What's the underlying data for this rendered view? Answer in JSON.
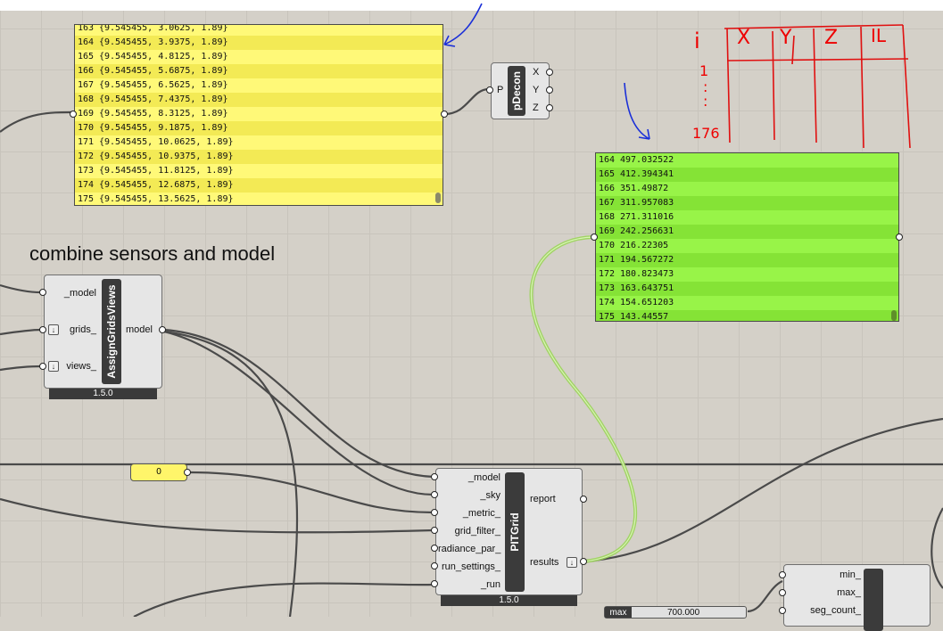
{
  "heading": "combine sensors and model",
  "points_panel": {
    "rows": [
      {
        "i": "163",
        "v": "{9.545455, 3.0625, 1.89}"
      },
      {
        "i": "164",
        "v": "{9.545455, 3.9375, 1.89}"
      },
      {
        "i": "165",
        "v": "{9.545455, 4.8125, 1.89}"
      },
      {
        "i": "166",
        "v": "{9.545455, 5.6875, 1.89}"
      },
      {
        "i": "167",
        "v": "{9.545455, 6.5625, 1.89}"
      },
      {
        "i": "168",
        "v": "{9.545455, 7.4375, 1.89}"
      },
      {
        "i": "169",
        "v": "{9.545455, 8.3125, 1.89}"
      },
      {
        "i": "170",
        "v": "{9.545455, 9.1875, 1.89}"
      },
      {
        "i": "171",
        "v": "{9.545455, 10.0625, 1.89}"
      },
      {
        "i": "172",
        "v": "{9.545455, 10.9375, 1.89}"
      },
      {
        "i": "173",
        "v": "{9.545455, 11.8125, 1.89}"
      },
      {
        "i": "174",
        "v": "{9.545455, 12.6875, 1.89}"
      },
      {
        "i": "175",
        "v": "{9.545455, 13.5625, 1.89}"
      }
    ]
  },
  "results_panel": {
    "rows": [
      {
        "i": "164",
        "v": "497.032522"
      },
      {
        "i": "165",
        "v": "412.394341"
      },
      {
        "i": "166",
        "v": "351.49872"
      },
      {
        "i": "167",
        "v": "311.957083"
      },
      {
        "i": "168",
        "v": "271.311016"
      },
      {
        "i": "169",
        "v": "242.256631"
      },
      {
        "i": "170",
        "v": "216.22305"
      },
      {
        "i": "171",
        "v": "194.567272"
      },
      {
        "i": "172",
        "v": "180.823473"
      },
      {
        "i": "173",
        "v": "163.643751"
      },
      {
        "i": "174",
        "v": "154.651203"
      },
      {
        "i": "175",
        "v": "143.44557"
      }
    ]
  },
  "pdecon": {
    "title": "pDecon",
    "input": "P",
    "outputs": [
      "X",
      "Y",
      "Z"
    ]
  },
  "assign": {
    "title": "AssignGridsViews",
    "inputs": [
      "_model",
      "grids_",
      "views_"
    ],
    "output": "model",
    "version": "1.5.0"
  },
  "pitgrid": {
    "title": "PITGrid",
    "inputs": [
      "_model",
      "_sky",
      "_metric_",
      "grid_filter_",
      "radiance_par_",
      "run_settings_",
      "_run"
    ],
    "outputs": [
      "report",
      "results"
    ],
    "version": "1.5.0"
  },
  "number_node": {
    "value": "0"
  },
  "slider": {
    "tag": "max",
    "value": "700.000"
  },
  "partial_comp": {
    "inputs": [
      "min_",
      "max_",
      "seg_count_"
    ]
  },
  "sketch": {
    "col1": "i",
    "col2": "X",
    "col3": "Y",
    "col4": "Z",
    "col5": "IL",
    "row1": "1",
    "dots": ":",
    "row_last": "176"
  }
}
